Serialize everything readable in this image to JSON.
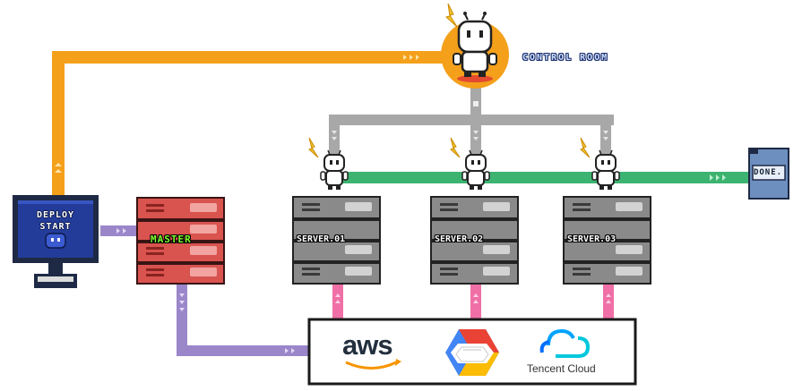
{
  "labels": {
    "control_room": "CONTROL ROOM",
    "deploy_start_line1": "DEPLOY",
    "deploy_start_line2": "START",
    "master": "MASTER",
    "server1": "SERVER.01",
    "server2": "SERVER.02",
    "server3": "SERVER.03",
    "done": "DONE.",
    "aws": "aws",
    "tencent": "Tencent Cloud"
  },
  "colors": {
    "orange": "#f4a01b",
    "gray": "#a8a8a8",
    "green": "#3cb371",
    "purple": "#9b86c9",
    "pink": "#ef6fa6",
    "master_red": "#d9534f",
    "server_gray": "#8a8a8a",
    "screen_blue": "#233c9a"
  },
  "icons": [
    "robot-icon",
    "lightning-icon",
    "monitor-icon",
    "server-rack-icon",
    "google-cloud-icon",
    "tencent-cloud-icon",
    "aws-icon",
    "arrow-chevrons-icon"
  ]
}
